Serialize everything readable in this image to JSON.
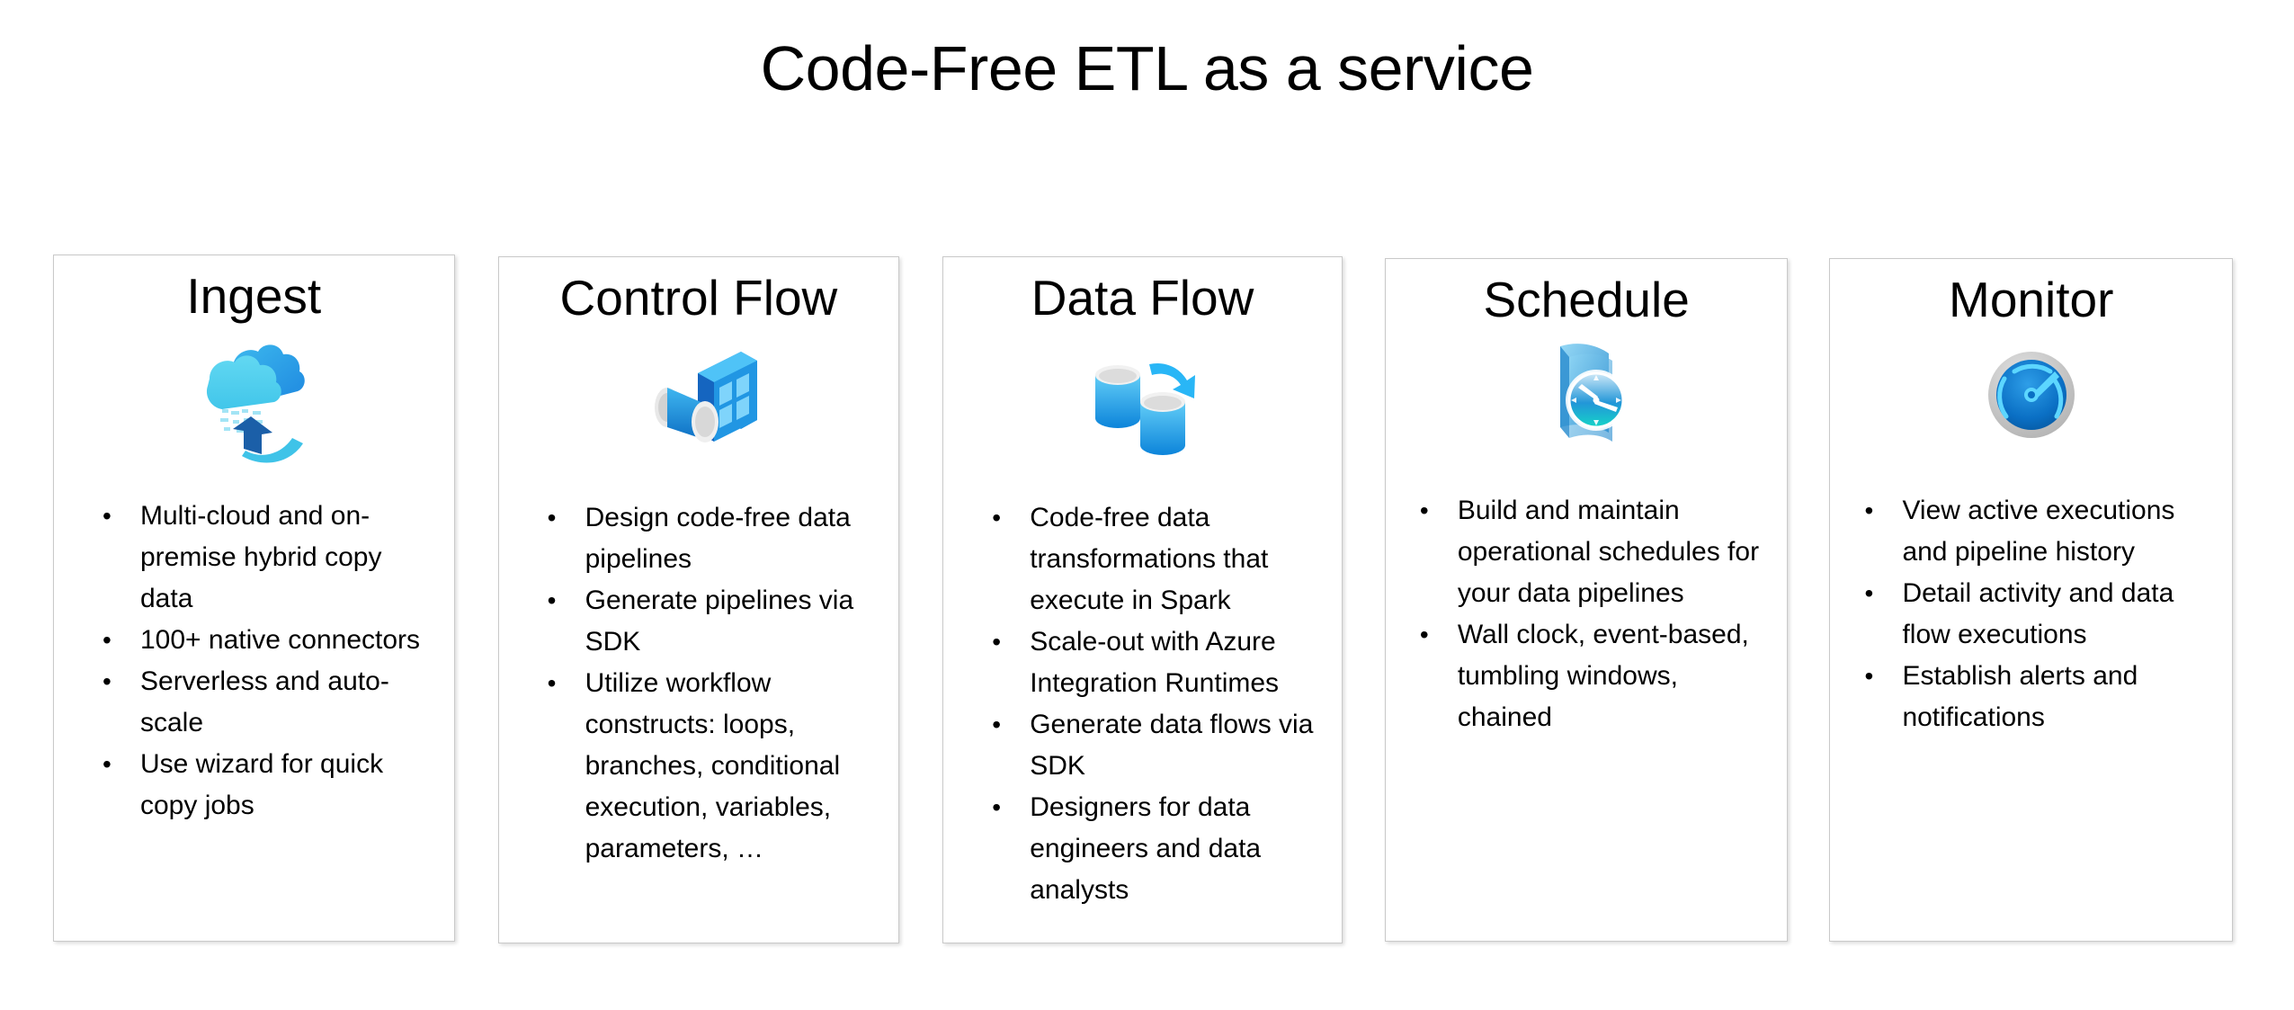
{
  "slide": {
    "title": "Code-Free ETL as a service",
    "background_color": "#ffffff",
    "text_color": "#000000"
  },
  "cards": [
    {
      "title": "Ingest",
      "icon": "cloud-download-icon",
      "icon_colors": {
        "cloud_light": "#4ecdec",
        "cloud_dark": "#2196e3",
        "arrow": "#1b5fa8",
        "swoosh": "#3fc3e8"
      },
      "bullets": [
        "Multi-cloud and on-premise hybrid copy data",
        "100+ native connectors",
        "Serverless and auto-scale",
        "Use wizard for quick copy jobs"
      ]
    },
    {
      "title": "Control Flow",
      "icon": "pipeline-grid-icon",
      "icon_colors": {
        "grid": "#2196e3",
        "grid_light": "#29b6f6",
        "pipe": "#1e8fe0",
        "pipe_rim": "#dcdcdc"
      },
      "bullets": [
        "Design code-free data pipelines",
        "Generate pipelines via SDK",
        "Utilize workflow constructs: loops, branches, conditional execution, variables, parameters, …"
      ]
    },
    {
      "title": "Data Flow",
      "icon": "database-transform-icon",
      "icon_colors": {
        "cylinder_top": "#4fc3f7",
        "cylinder_bottom": "#0d8ee0",
        "cylinder_cap": "#e4e4e4",
        "arrow": "#29b6f6"
      },
      "bullets": [
        "Code-free data transformations that execute in Spark",
        "Scale-out with Azure Integration Runtimes",
        "Generate data flows via SDK",
        "Designers for data engineers and data analysts"
      ]
    },
    {
      "title": "Schedule",
      "icon": "folder-clock-icon",
      "icon_colors": {
        "folder": "#5bb8ea",
        "folder_dark": "#2f8fd0",
        "clock_face": "#1ec8e0",
        "clock_ring": "#f2f2f2"
      },
      "bullets": [
        "Build and maintain operational schedules for your data pipelines",
        "Wall clock, event-based, tumbling windows, chained"
      ]
    },
    {
      "title": "Monitor",
      "icon": "gauge-monitor-icon",
      "icon_colors": {
        "ring": "#c2c2c2",
        "dial": "#0b74c8",
        "needle": "#4fd2ff"
      },
      "bullets": [
        "View active executions and pipeline history",
        "Detail activity and data flow executions",
        "Establish alerts and notifications"
      ]
    }
  ]
}
